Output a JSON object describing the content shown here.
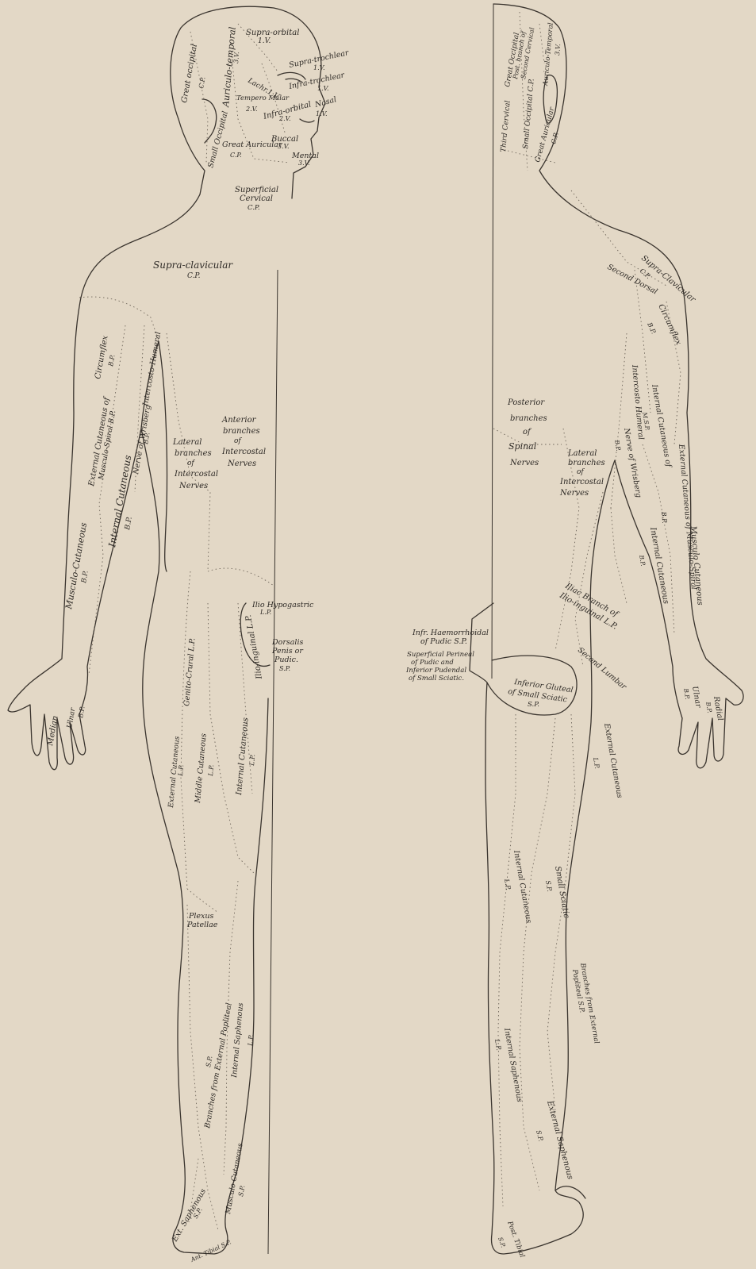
{
  "front_labels": {
    "supra_orbital": "Supra-orbital",
    "supra_orbital_code": "1.V.",
    "supra_trochlear": "Supra-trochlear",
    "supra_trochlear_code": "1.V.",
    "infra_trochlear": "Infra-trochlear",
    "infra_trochlear_code": "1.V.",
    "lachrymal": "Lachr.1.V.",
    "auriculo_temporal": "Auriculo-temporal",
    "auriculo_temporal_code": "3.V.",
    "great_occipital": "Great occipital",
    "great_occipital_code": "C.P.",
    "small_occipital": "Small Occipital",
    "tempero_malar": "Tempero Malar",
    "tempero_malar_code": "2.V.",
    "infra_orbital": "Infra-orbital",
    "infra_orbital_code": "2.V.",
    "nasal": "Nasal",
    "nasal_code": "1.V.",
    "buccal": "Buccal",
    "buccal_code": "3.V.",
    "mental": "Mental",
    "mental_code": "3.V.",
    "great_auricular": "Great Auricular",
    "great_auricular_code": "C.P.",
    "superficial_cervical": "Superficial",
    "superficial_cervical_2": "Cervical",
    "superficial_cervical_code": "C.P.",
    "supra_clavicular": "Supra-clavicular",
    "supra_clavicular_code": "C.P.",
    "circumflex": "Circumflex",
    "circumflex_code": "B.P.",
    "ext_cut_musc_spiral": "External Cutaneous of",
    "ext_cut_musc_spiral_2": "Musculo-Spiral B.P.",
    "intercosto_humeral": "Intercosto-Humeral",
    "nerve_of_wrisberg": "Nerve of Wrisberg",
    "nerve_of_wrisberg_code": "B.P.",
    "internal_cutaneous_arm": "Internal Cutaneous",
    "internal_cutaneous_arm_code": "B.P.",
    "musculo_cutaneous": "Musculo-Cutaneous",
    "musculo_cutaneous_code": "B.P.",
    "median": "Median",
    "ulnar": "Ulnar",
    "ulnar_code": "B.P.",
    "anterior_branches": "Anterior",
    "anterior_branches_2": "branches",
    "anterior_branches_3": "of",
    "anterior_branches_4": "Intercostal",
    "anterior_branches_5": "Nerves",
    "lateral_branches": "Lateral",
    "lateral_branches_2": "branches",
    "lateral_branches_3": "of",
    "lateral_branches_4": "Intercostal",
    "lateral_branches_5": "Nerves",
    "ilio_hypogastric": "Ilio Hypogastric",
    "ilio_hypogastric_code": "L.P.",
    "ilio_inguinal": "Ilio-inguinal L.P.",
    "dorsalis_penis": "Dorsalis",
    "dorsalis_penis_2": "Penis or",
    "dorsalis_penis_3": "Pudic.",
    "dorsalis_penis_code": "S.P.",
    "genito_crural": "Genito-Crural L.P.",
    "external_cutaneous_thigh": "External Cutaneous",
    "external_cutaneous_thigh_code": "L.P.",
    "middle_cutaneous": "Middle Cutaneous",
    "middle_cutaneous_code": "L.P.",
    "internal_cutaneous_thigh": "Internal Cutaneous",
    "internal_cutaneous_thigh_code": "L.P.",
    "plexus_patellae": "Plexus",
    "plexus_patellae_2": "Patellae",
    "branches_ext_popliteal": "Branches from External Popliteal",
    "branches_ext_popliteal_code": "S.P.",
    "internal_saphenous": "Internal Saphenous",
    "internal_saphenous_code": "L.P.",
    "ext_saphenous": "Ext. Saphenous",
    "ext_saphenous_code": "S.P.",
    "musculo_cutaneous_leg": "Musculo Cutaneous",
    "musculo_cutaneous_leg_code": "S.P.",
    "ant_tibial": "Ant. Tibial S.P."
  },
  "back_labels": {
    "great_occipital": "Great Occipital",
    "great_occipital_2": "Post. branch of",
    "great_occipital_3": "Second Cervical",
    "auriculo_temporal": "Auriculo-Temporal",
    "auriculo_temporal_code": "3.V.",
    "third_cervical": "Third Cervical",
    "small_occipital": "Small Occipital C.P.",
    "great_auricular": "Great Auricular",
    "great_auricular_code": "C.P.",
    "supra_clavicular": "Supra-Clavicular",
    "supra_clavicular_code": "C.P.",
    "second_dorsal": "Second Dorsal",
    "circumflex": "Circumflex",
    "circumflex_code": "B.P.",
    "intercosto_humeral": "Intercosto Humeral",
    "internal_cutaneous_ms": "Internal Cutaneous of",
    "internal_cutaneous_ms_code": "M.S.P.",
    "nerve_of_wrisberg": "Nerve of Wrisberg",
    "nerve_of_wrisberg_code": "B.P.",
    "external_cutaneous_ms": "External Cutaneous of Musculo-Spiral",
    "external_cutaneous_ms_code": "B.P.",
    "internal_cutaneous": "Internal Cutaneous",
    "internal_cutaneous_code": "B.P.",
    "musculo_cutaneous": "Musculo Cutaneous",
    "posterior_branches": "Posterior",
    "posterior_branches_2": "branches",
    "posterior_branches_3": "of",
    "posterior_branches_4": "Spinal",
    "posterior_branches_5": "Nerves",
    "lateral_branches": "Lateral",
    "lateral_branches_2": "branches",
    "lateral_branches_3": "of",
    "lateral_branches_4": "Intercostal",
    "lateral_branches_5": "Nerves",
    "iliac_branch": "Iliac Branch of",
    "iliac_branch_2": "Ilio-inguinal L.P.",
    "second_lumbar": "Second Lumbar",
    "inf_haemorrhoidal": "Infr. Haemorrhoidal",
    "inf_haemorrhoidal_2": "of Pudic S.P.",
    "superficial_perineal": "Superficial Perineal",
    "superficial_perineal_2": "of Pudic and",
    "superficial_perineal_3": "Inferior Pudendal",
    "superficial_perineal_4": "of Small Sciatic.",
    "inferior_gluteal": "Inferior Gluteal",
    "inferior_gluteal_2": "of Small Sciatic",
    "inferior_gluteal_code": "S.P.",
    "radial": "Radial",
    "radial_code": "B.P.",
    "ulnar": "Ulnar",
    "ulnar_code": "B.P.",
    "external_cutaneous": "External Cutaneous",
    "external_cutaneous_code": "L.P.",
    "internal_cutaneous_thigh": "Internal Cutaneous",
    "internal_cutaneous_thigh_code": "L.P.",
    "small_sciatic": "Small Sciatic",
    "small_sciatic_code": "S.P.",
    "branches_ext_popliteal": "Branches from External",
    "branches_ext_popliteal_2": "Popliteal S.P.",
    "internal_saphenous": "Internal Saphenous",
    "internal_saphenous_code": "L.P.",
    "external_saphenous": "External Saphenous",
    "external_saphenous_code": "S.P.",
    "post_tibial": "Post. Tibial",
    "post_tibial_code": "S.P."
  }
}
